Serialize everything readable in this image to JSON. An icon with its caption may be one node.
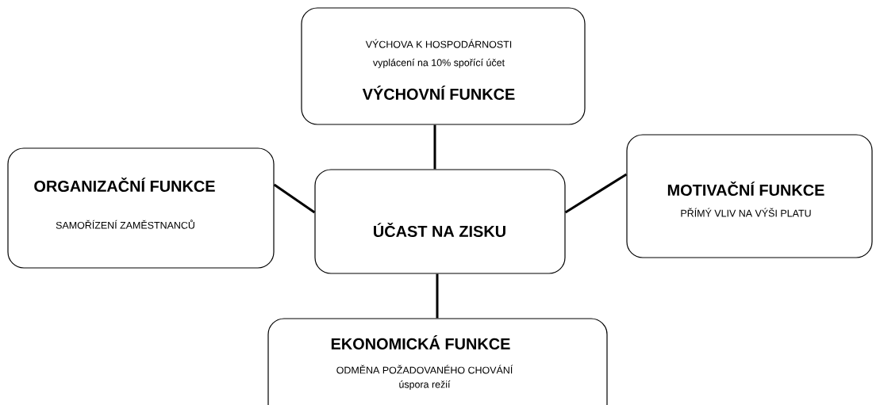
{
  "diagram": {
    "nodes": [
      {
        "text": [
          "VÝCHOVA K HOSPODÁRNOSTI",
          "vyplácení na 10% spořící účet",
          "VÝCHOVNÍ FUNKCE"
        ]
      },
      {
        "text": [
          "ORGANIZAČNÍ FUNKCE",
          "SAMOŘÍZENÍ ZAMĚSTNANCŮ"
        ]
      },
      {
        "text": [
          "ÚČAST NA ZISKU"
        ]
      },
      {
        "text": [
          "MOTIVAČNÍ FUNKCE",
          "PŘÍMÝ VLIV NA VÝŠI PLATU"
        ]
      },
      {
        "text": [
          "EKONOMICKÁ FUNKCE",
          "ODMĚNA POŽADOVANÉHO CHOVÁNÍ",
          "úspora režií"
        ]
      }
    ],
    "edges": [
      {
        "from": 2,
        "to": 0,
        "arrow": "none"
      },
      {
        "from": 2,
        "to": 1,
        "arrow": "none"
      },
      {
        "from": 2,
        "to": 3,
        "arrow": "none"
      },
      {
        "from": 2,
        "to": 4,
        "arrow": "none"
      }
    ]
  }
}
